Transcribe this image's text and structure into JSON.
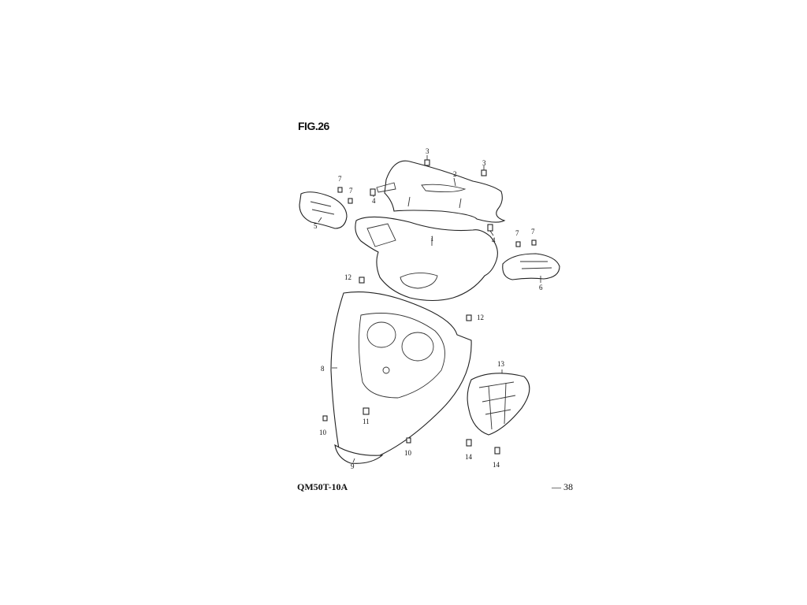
{
  "figure": {
    "title": "FIG.26"
  },
  "footer": {
    "model": "QM50T-10A",
    "page_dash": "—",
    "page_number": "38"
  },
  "callouts": [
    "1",
    "2",
    "3",
    "3",
    "4",
    "4",
    "5",
    "6",
    "7",
    "7",
    "7",
    "7",
    "8",
    "9",
    "10",
    "10",
    "11",
    "12",
    "12",
    "13",
    "14",
    "14"
  ]
}
